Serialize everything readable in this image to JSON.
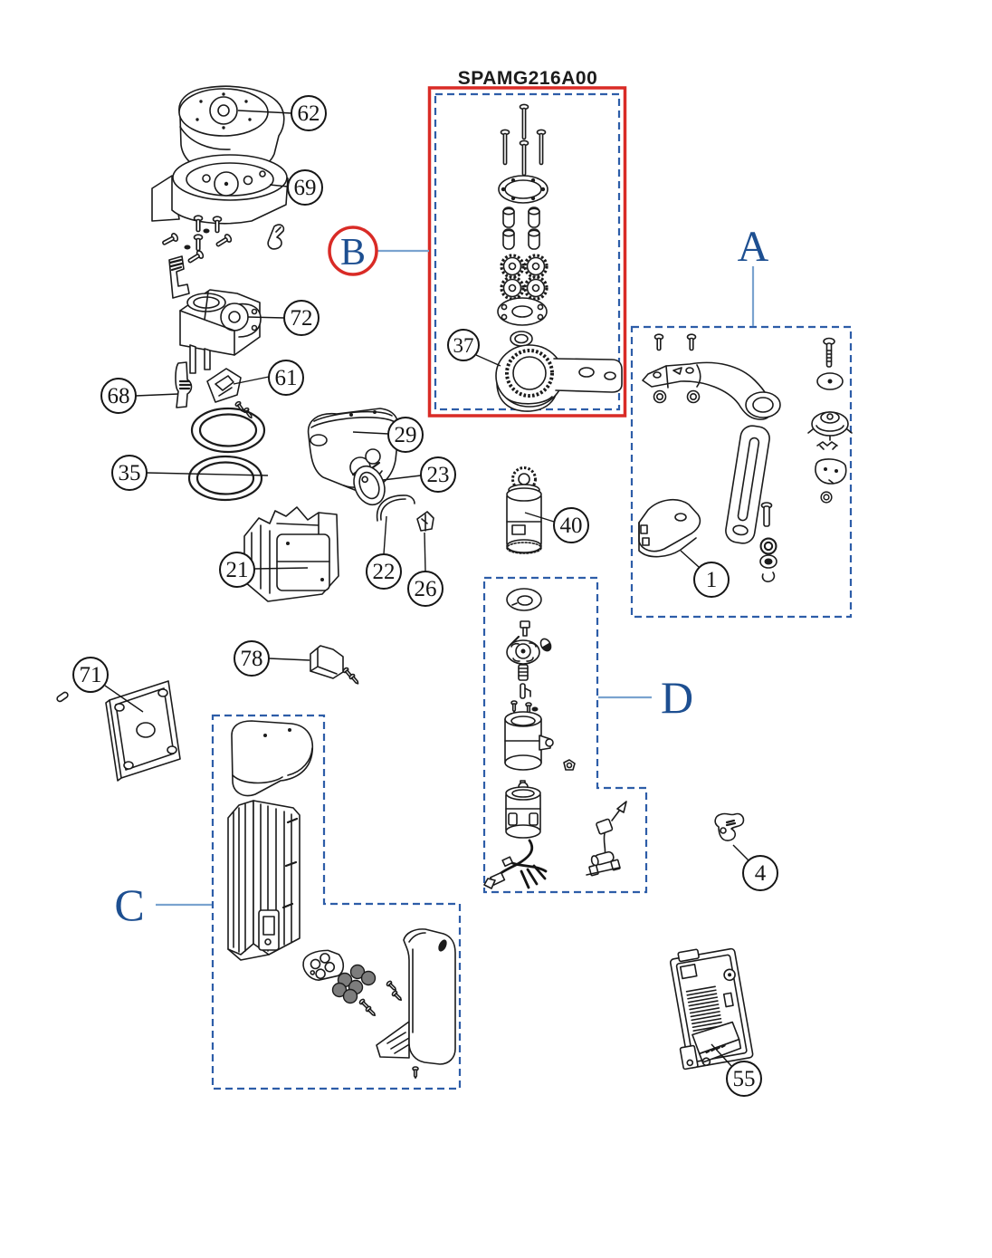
{
  "title": "SPAMG216A00",
  "sections": [
    {
      "label": "A"
    },
    {
      "label": "B"
    },
    {
      "label": "C"
    },
    {
      "label": "D"
    }
  ],
  "callouts": [
    {
      "number": "62"
    },
    {
      "number": "69"
    },
    {
      "number": "72"
    },
    {
      "number": "61"
    },
    {
      "number": "68"
    },
    {
      "number": "35"
    },
    {
      "number": "29"
    },
    {
      "number": "23"
    },
    {
      "number": "21"
    },
    {
      "number": "22"
    },
    {
      "number": "26"
    },
    {
      "number": "40"
    },
    {
      "number": "37"
    },
    {
      "number": "78"
    },
    {
      "number": "71"
    },
    {
      "number": "1"
    },
    {
      "number": "4"
    },
    {
      "number": "55"
    }
  ],
  "colors": {
    "background": "#ffffff",
    "line_art": "#1b1b1b",
    "section_letter": "#1d4f91",
    "section_line": "#7aa3cf",
    "dashed_box": "#2d5da8",
    "highlight_box": "#d92b26"
  }
}
